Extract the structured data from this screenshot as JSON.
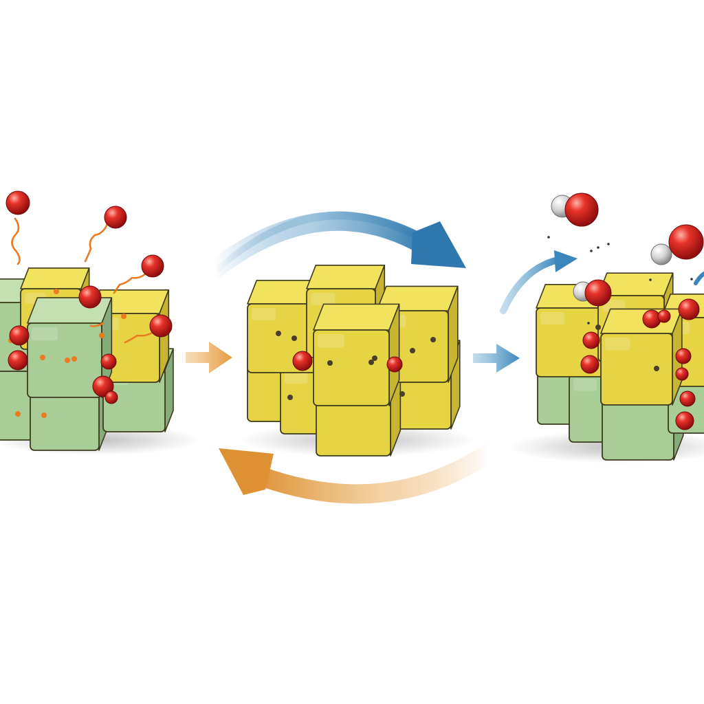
{
  "diagram": {
    "stages": [
      {
        "id": "oxidized-cluster",
        "state": "oxidized"
      },
      {
        "id": "reduced-cluster",
        "state": "reduced"
      },
      {
        "id": "hydroxylated-cluster",
        "state": "hydroxylated"
      }
    ],
    "arrows": [
      {
        "id": "arrow-forward-top",
        "direction": "forward"
      },
      {
        "id": "arrow-reverse-bottom",
        "direction": "reverse"
      },
      {
        "id": "arrow-small-in",
        "direction": "forward"
      },
      {
        "id": "arrow-small-out",
        "direction": "forward"
      },
      {
        "id": "arrow-release",
        "direction": "up-right"
      }
    ],
    "colors": {
      "background": "#ffffff",
      "yellow_top": "#f1e35e",
      "yellow_front": "#e6d445",
      "yellow_side": "#c7b531",
      "green_top": "#c4dfb1",
      "green_front": "#a9cd96",
      "green_side": "#85ac7a",
      "oxygen_red": "#d61f1f",
      "hydrogen_gray": "#d8d8d8",
      "arrow_blue": "#3f87b8",
      "arrow_orange": "#e4a24a",
      "wave_orange": "#ec7a1e",
      "outline": "#3d3a1c"
    }
  }
}
